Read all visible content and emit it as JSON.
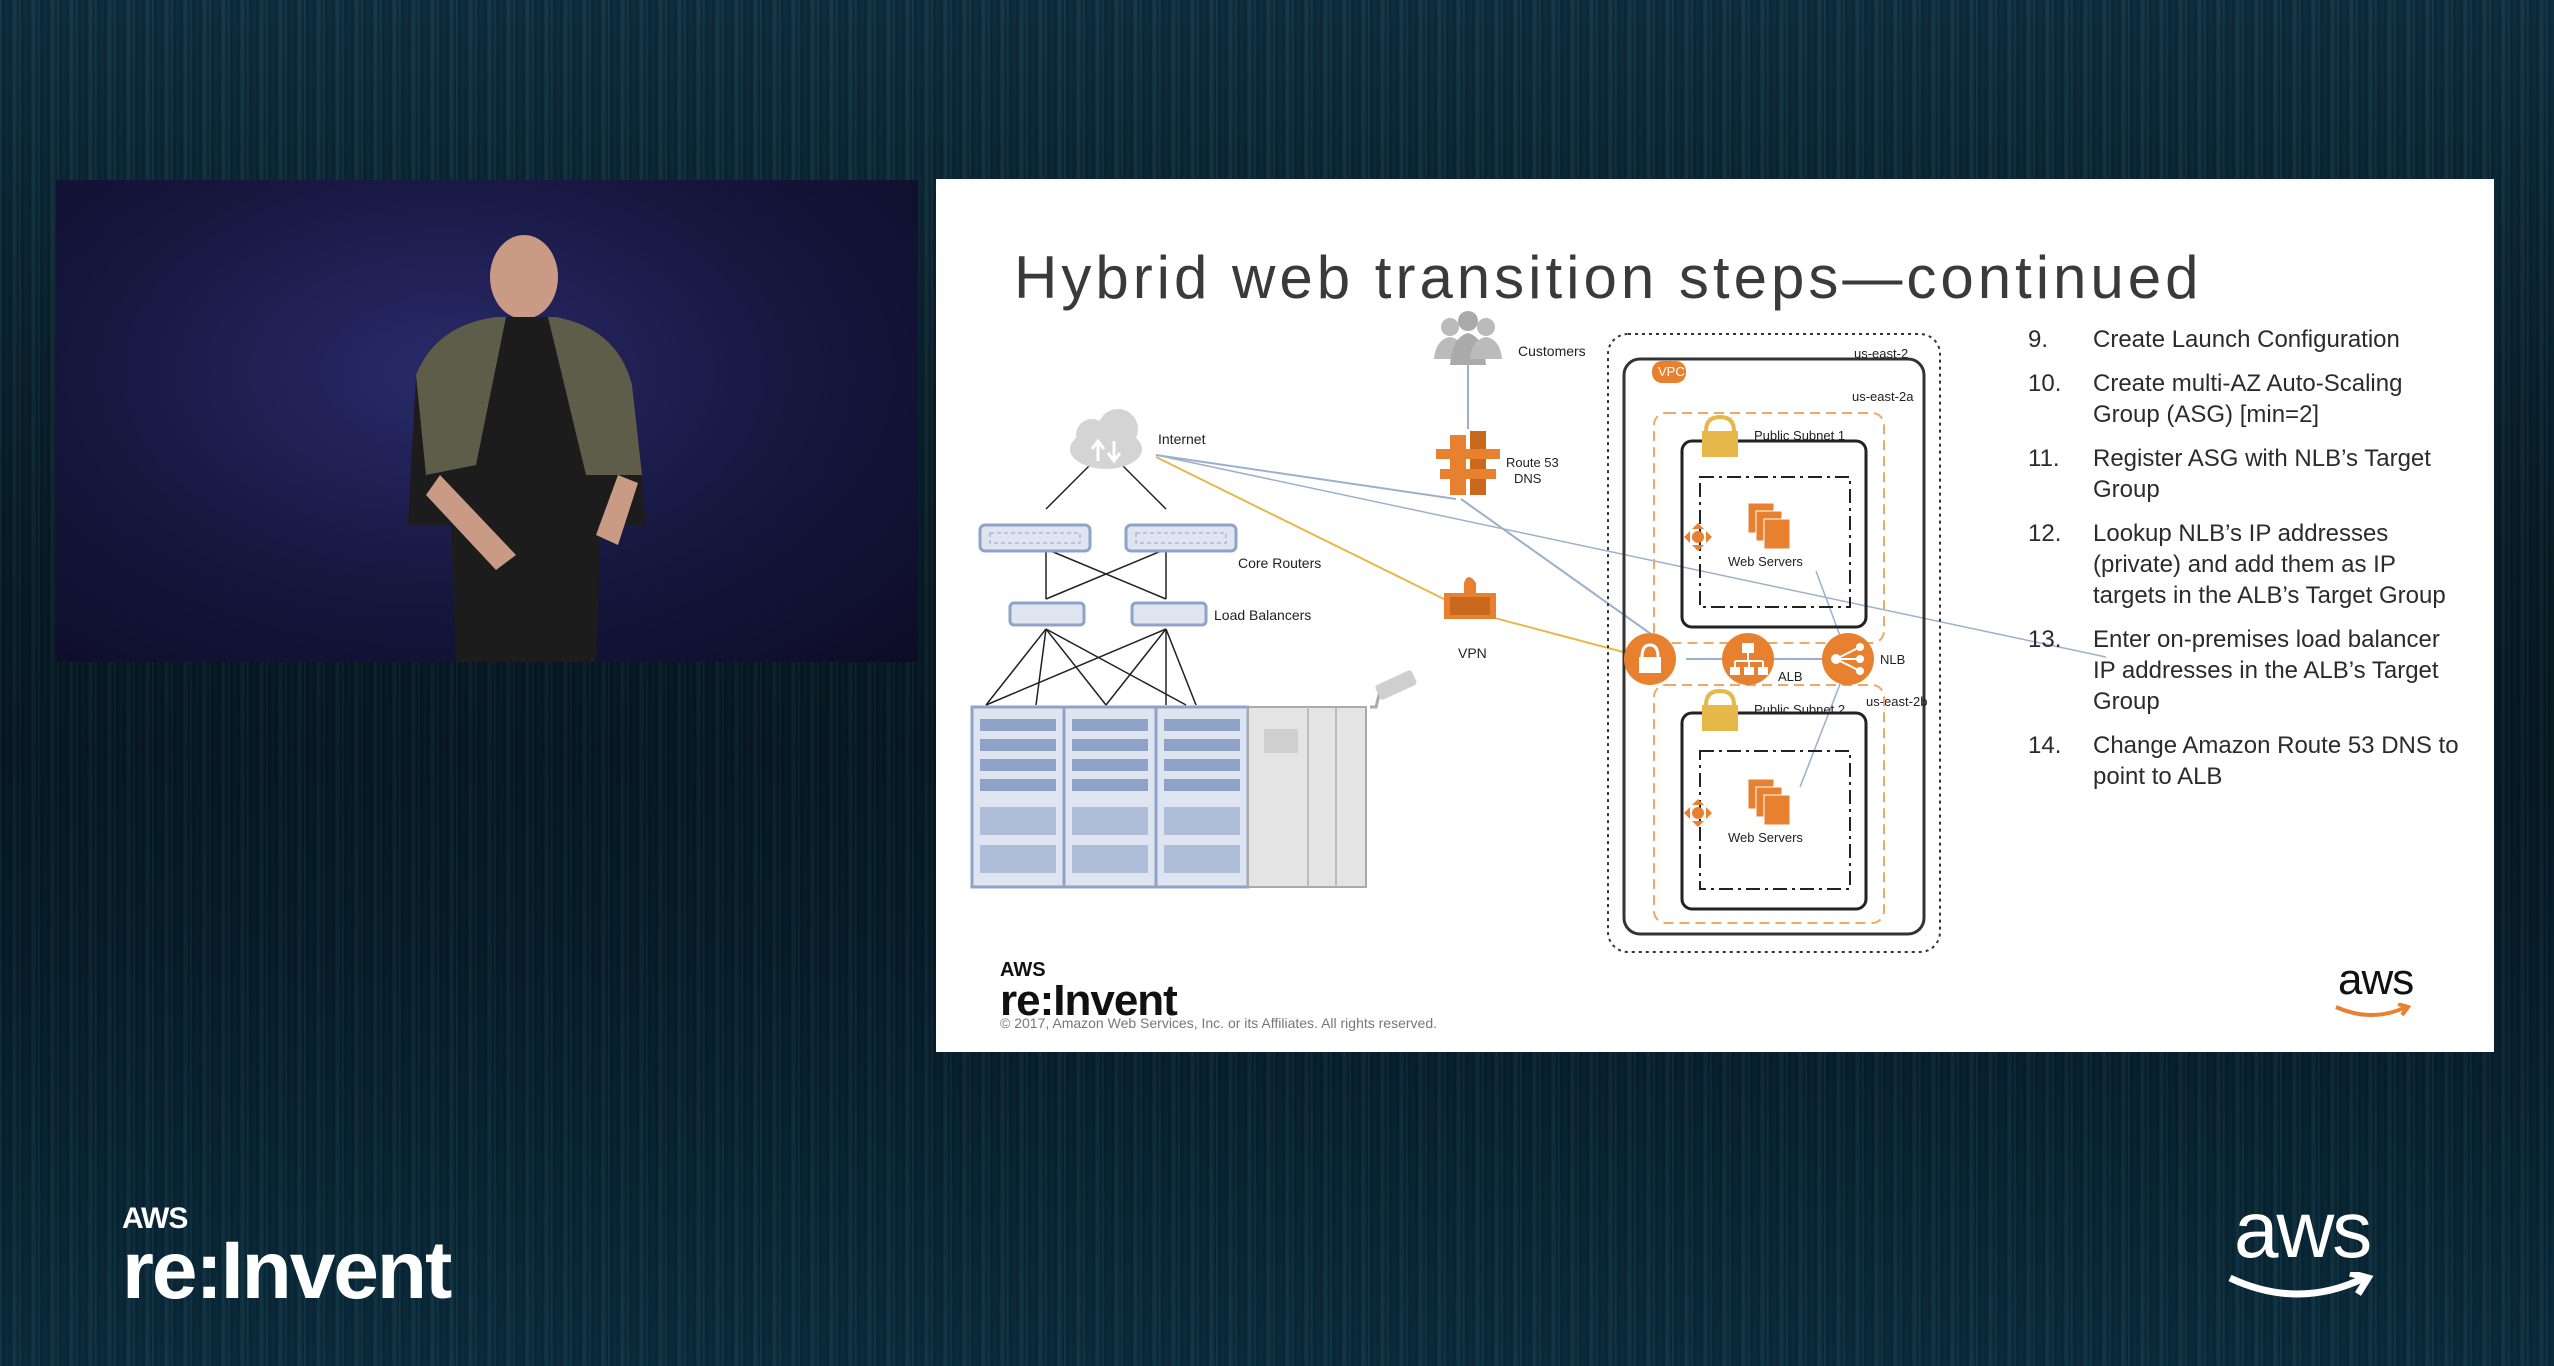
{
  "slide": {
    "title": "Hybrid web transition steps—continued",
    "steps": [
      {
        "num": "9.",
        "text": "Create Launch Configuration"
      },
      {
        "num": "10.",
        "text": "Create multi-AZ Auto-Scaling Group (ASG) [min=2]"
      },
      {
        "num": "11.",
        "text": "Register ASG with NLB’s Target Group"
      },
      {
        "num": "12.",
        "text": "Lookup NLB’s IP addresses (private) and add them as IP targets in the ALB’s Target Group"
      },
      {
        "num": "13.",
        "text": "Enter on-premises load balancer IP addresses in the ALB’s Target Group"
      },
      {
        "num": "14.",
        "text": "Change Amazon Route 53 DNS to point to ALB"
      }
    ],
    "diagram": {
      "customers": "Customers",
      "internet": "Internet",
      "core_routers": "Core Routers",
      "load_balancers": "Load Balancers",
      "route53": "Route 53",
      "dns": "DNS",
      "vpn": "VPN",
      "vpc": "VPC",
      "region": "us-east-2",
      "az_a": "us-east-2a",
      "az_b": "us-east-2b",
      "subnet1": "Public Subnet 1",
      "subnet2": "Public Subnet 2",
      "web_servers_1": "Web Servers",
      "web_servers_2": "Web Servers",
      "alb": "ALB",
      "nlb": "NLB"
    },
    "logo_aws": "AWS",
    "logo_reinvent": "re:Invent",
    "copyright": "© 2017, Amazon Web Services, Inc. or its Affiliates. All rights reserved.",
    "aws_logo": "aws"
  },
  "stage": {
    "logo_aws": "AWS",
    "logo_reinvent": "re:Invent",
    "aws_logo": "aws"
  },
  "colors": {
    "aws_orange": "#e8812f",
    "subnet_orange": "#f0a868",
    "rack_blue": "#8fa3c8",
    "line_blue": "#9bb0cc",
    "line_gold": "#e6b84a"
  }
}
